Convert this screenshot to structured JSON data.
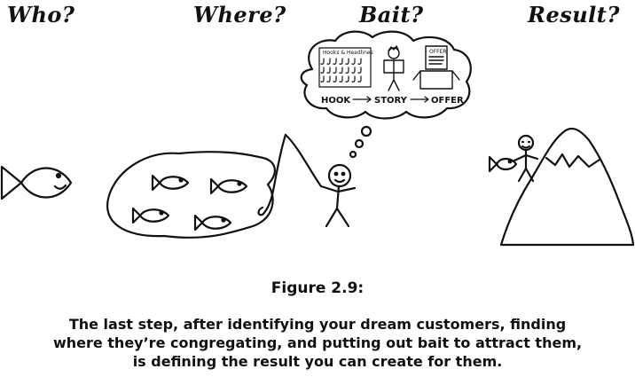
{
  "headings": {
    "who": "Who?",
    "where": "Where?",
    "bait": "Bait?",
    "result": "Result?"
  },
  "thought_bubble": {
    "hooks_label": "Hooks & Headlines",
    "offer_label": "OFFER",
    "flow": {
      "hook": "HOOK",
      "story": "STORY",
      "offer": "OFFER"
    }
  },
  "caption": {
    "figure_label": "Figure 2.9:",
    "lines": [
      "The last step, after identifying your dream customers, finding",
      "where they’re congregating, and putting out bait to attract them,",
      "is defining the result you can create for them."
    ]
  }
}
